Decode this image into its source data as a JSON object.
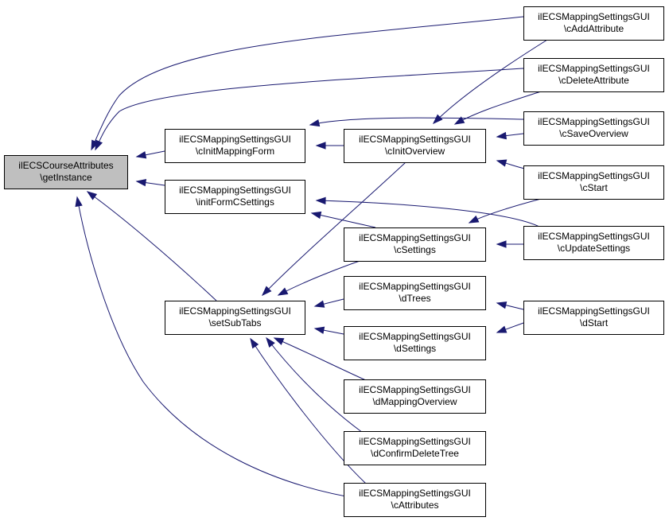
{
  "colors": {
    "edge": "#191970",
    "root_fill": "#bfbfbf",
    "node_fill": "#ffffff",
    "border": "#000000"
  },
  "nodes": [
    {
      "id": "root",
      "lines": [
        "ilECSCourseAttributes",
        "\\getInstance"
      ]
    },
    {
      "id": "cInitMappingForm",
      "lines": [
        "ilECSMappingSettingsGUI",
        "\\cInitMappingForm"
      ]
    },
    {
      "id": "initFormCSettings",
      "lines": [
        "ilECSMappingSettingsGUI",
        "\\initFormCSettings"
      ]
    },
    {
      "id": "setSubTabs",
      "lines": [
        "ilECSMappingSettingsGUI",
        "\\setSubTabs"
      ]
    },
    {
      "id": "cInitOverview",
      "lines": [
        "ilECSMappingSettingsGUI",
        "\\cInitOverview"
      ]
    },
    {
      "id": "cSettings",
      "lines": [
        "ilECSMappingSettingsGUI",
        "\\cSettings"
      ]
    },
    {
      "id": "dTrees",
      "lines": [
        "ilECSMappingSettingsGUI",
        "\\dTrees"
      ]
    },
    {
      "id": "dSettings",
      "lines": [
        "ilECSMappingSettingsGUI",
        "\\dSettings"
      ]
    },
    {
      "id": "dMappingOverview",
      "lines": [
        "ilECSMappingSettingsGUI",
        "\\dMappingOverview"
      ]
    },
    {
      "id": "dConfirmDeleteTree",
      "lines": [
        "ilECSMappingSettingsGUI",
        "\\dConfirmDeleteTree"
      ]
    },
    {
      "id": "cAttributes",
      "lines": [
        "ilECSMappingSettingsGUI",
        "\\cAttributes"
      ]
    },
    {
      "id": "cAddAttribute",
      "lines": [
        "ilECSMappingSettingsGUI",
        "\\cAddAttribute"
      ]
    },
    {
      "id": "cDeleteAttribute",
      "lines": [
        "ilECSMappingSettingsGUI",
        "\\cDeleteAttribute"
      ]
    },
    {
      "id": "cSaveOverview",
      "lines": [
        "ilECSMappingSettingsGUI",
        "\\cSaveOverview"
      ]
    },
    {
      "id": "cStart",
      "lines": [
        "ilECSMappingSettingsGUI",
        "\\cStart"
      ]
    },
    {
      "id": "cUpdateSettings",
      "lines": [
        "ilECSMappingSettingsGUI",
        "\\cUpdateSettings"
      ]
    },
    {
      "id": "dStart",
      "lines": [
        "ilECSMappingSettingsGUI",
        "\\dStart"
      ]
    }
  ],
  "edges": [
    {
      "from": "cInitMappingForm",
      "to": "root"
    },
    {
      "from": "initFormCSettings",
      "to": "root"
    },
    {
      "from": "setSubTabs",
      "to": "root"
    },
    {
      "from": "cAddAttribute",
      "to": "root"
    },
    {
      "from": "cDeleteAttribute",
      "to": "root"
    },
    {
      "from": "cAttributes",
      "to": "root"
    },
    {
      "from": "cInitOverview",
      "to": "cInitMappingForm"
    },
    {
      "from": "cSaveOverview",
      "to": "cInitMappingForm"
    },
    {
      "from": "cSettings",
      "to": "initFormCSettings"
    },
    {
      "from": "cUpdateSettings",
      "to": "initFormCSettings"
    },
    {
      "from": "cInitOverview",
      "to": "setSubTabs"
    },
    {
      "from": "cSettings",
      "to": "setSubTabs"
    },
    {
      "from": "dTrees",
      "to": "setSubTabs"
    },
    {
      "from": "dSettings",
      "to": "setSubTabs"
    },
    {
      "from": "dMappingOverview",
      "to": "setSubTabs"
    },
    {
      "from": "dConfirmDeleteTree",
      "to": "setSubTabs"
    },
    {
      "from": "cAttributes",
      "to": "setSubTabs"
    },
    {
      "from": "cAddAttribute",
      "to": "cInitOverview"
    },
    {
      "from": "cDeleteAttribute",
      "to": "cInitOverview"
    },
    {
      "from": "cSaveOverview",
      "to": "cInitOverview"
    },
    {
      "from": "cStart",
      "to": "cInitOverview"
    },
    {
      "from": "cStart",
      "to": "cSettings"
    },
    {
      "from": "cUpdateSettings",
      "to": "cSettings"
    },
    {
      "from": "dStart",
      "to": "dTrees"
    },
    {
      "from": "dStart",
      "to": "dSettings"
    }
  ]
}
